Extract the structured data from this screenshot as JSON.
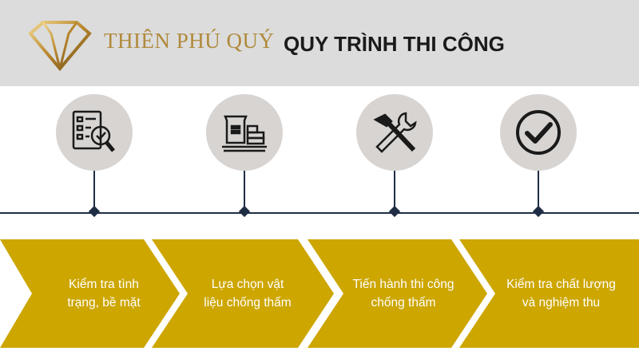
{
  "header": {
    "brand": "THIÊN PHÚ QUÝ",
    "title": "QUY TRÌNH THI CÔNG",
    "logo_icon": "diamond-logo-icon"
  },
  "colors": {
    "header_bg": "#dcdcdc",
    "gold": "#cda600",
    "brand_gold": "#b08a3c",
    "navy": "#1f2d44",
    "circle_bg": "#d7d4d2"
  },
  "steps": [
    {
      "icon": "checklist-magnifier-icon",
      "line1": "Kiểm tra tình",
      "line2": "trạng, bề mặt"
    },
    {
      "icon": "material-bags-icon",
      "line1": "Lựa chọn vật",
      "line2": "liệu chống thấm"
    },
    {
      "icon": "hammer-wrench-icon",
      "line1": "Tiến hành thi công",
      "line2": "chống thấm"
    },
    {
      "icon": "checkmark-icon",
      "line1": "Kiểm tra chất lượng",
      "line2": "và nghiệm thu"
    }
  ]
}
